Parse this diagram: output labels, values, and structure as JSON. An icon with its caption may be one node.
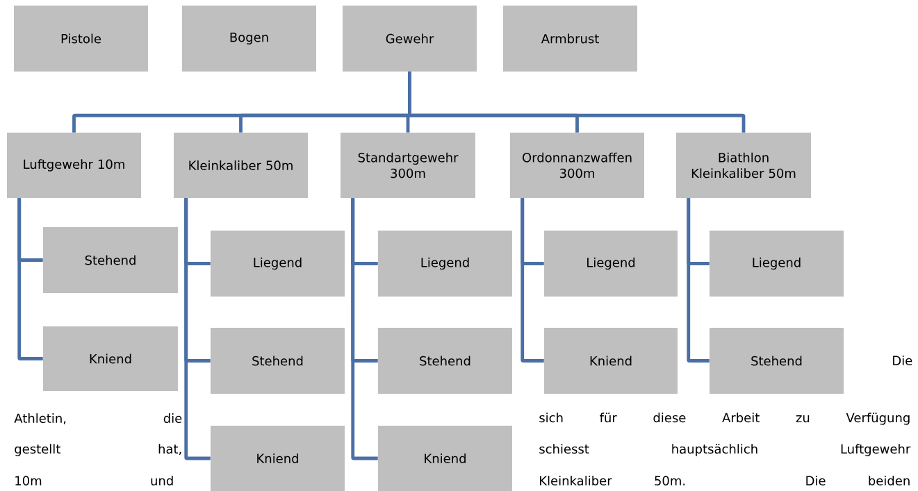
{
  "diagram": {
    "nodes": [
      {
        "text": [
          "Pistole"
        ]
      },
      {
        "text": [
          "Bogen"
        ]
      },
      {
        "text": [
          "Gewehr"
        ]
      },
      {
        "text": [
          "Armbrust"
        ]
      },
      {
        "text": [
          "Luftgewehr 10m"
        ]
      },
      {
        "text": [
          "Kleinkaliber 50m"
        ]
      },
      {
        "text": [
          "Standartgewehr 300m"
        ]
      },
      {
        "text": [
          "Ordonnanzwaffen 300m"
        ]
      },
      {
        "text": [
          "Biathlon Kleinkaliber 50m"
        ]
      },
      {
        "text": [
          "Stehend"
        ]
      },
      {
        "text": [
          "Kniend"
        ]
      },
      {
        "text": [
          "Liegend"
        ]
      },
      {
        "text": [
          "Stehend"
        ]
      },
      {
        "text": [
          "Kniend"
        ]
      },
      {
        "text": [
          "Liegend"
        ]
      },
      {
        "text": [
          "Stehend"
        ]
      },
      {
        "text": [
          "Kniend"
        ]
      },
      {
        "text": [
          "Liegend"
        ]
      },
      {
        "text": [
          "Kniend"
        ]
      },
      {
        "text": [
          "Liegend"
        ]
      },
      {
        "text": [
          "Stehend"
        ]
      }
    ],
    "edges": [
      {
        "from": 2,
        "to": 4,
        "arrow": "none"
      },
      {
        "from": 2,
        "to": 5,
        "arrow": "none"
      },
      {
        "from": 2,
        "to": 6,
        "arrow": "none"
      },
      {
        "from": 2,
        "to": 7,
        "arrow": "none"
      },
      {
        "from": 2,
        "to": 8,
        "arrow": "none"
      },
      {
        "from": 4,
        "to": 9,
        "arrow": "none"
      },
      {
        "from": 4,
        "to": 10,
        "arrow": "none"
      },
      {
        "from": 5,
        "to": 11,
        "arrow": "none"
      },
      {
        "from": 5,
        "to": 12,
        "arrow": "none"
      },
      {
        "from": 5,
        "to": 13,
        "arrow": "none"
      },
      {
        "from": 6,
        "to": 14,
        "arrow": "none"
      },
      {
        "from": 6,
        "to": 15,
        "arrow": "none"
      },
      {
        "from": 6,
        "to": 16,
        "arrow": "none"
      },
      {
        "from": 7,
        "to": 17,
        "arrow": "none"
      },
      {
        "from": 7,
        "to": 18,
        "arrow": "none"
      },
      {
        "from": 8,
        "to": 19,
        "arrow": "none"
      },
      {
        "from": 8,
        "to": 20,
        "arrow": "none"
      }
    ],
    "labels": [
      "Die",
      "Athletin, die",
      "sich für diese Arbeit zu Verfügung",
      "gestellt hat,",
      "schiesst hauptsächlich Luftgewehr",
      "10m und",
      "Kleinkaliber 50m. Die beiden"
    ]
  }
}
